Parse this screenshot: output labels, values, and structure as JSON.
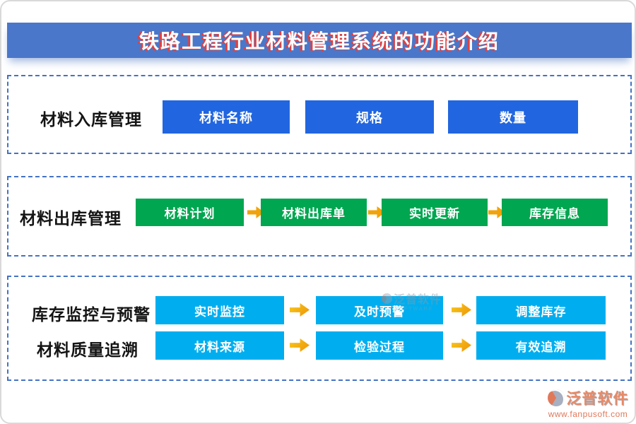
{
  "page": {
    "title": "铁路工程行业材料管理系统的功能介绍"
  },
  "colors": {
    "title_bar": "#4a77c9",
    "title_text": "#ffffff",
    "title_text_shadow": "#e04040",
    "inbound_node": "#2166e0",
    "outbound_node": "#00a650",
    "monitor_node": "#00aeef",
    "arrow": "#f0a30a",
    "dashed_border": "#4472c4"
  },
  "sections": [
    {
      "label": "材料入库管理",
      "items": [
        "材料名称",
        "规格",
        "数量"
      ]
    },
    {
      "label": "材料出库管理",
      "items": [
        "材料计划",
        "材料出库单",
        "实时更新",
        "库存信息"
      ]
    },
    {
      "rows": [
        {
          "label": "库存监控与预警",
          "items": [
            "实时监控",
            "及时预警",
            "调整库存"
          ]
        },
        {
          "label": "材料质量追溯",
          "items": [
            "材料来源",
            "检验过程",
            "有效追溯"
          ]
        }
      ]
    }
  ],
  "watermark": {
    "brand": "泛普软件",
    "subtext": "SOFTWARE"
  },
  "footer": {
    "brand": "泛普软件",
    "url": "www.fanpusoft.com"
  }
}
